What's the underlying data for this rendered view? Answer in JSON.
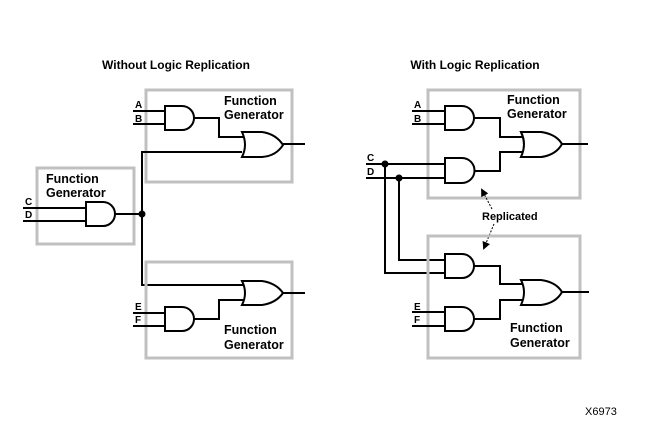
{
  "diagram": {
    "left": {
      "title": "Without Logic Replication",
      "top_block": {
        "label_line1": "Function",
        "label_line2": "Generator",
        "inputs": [
          "A",
          "B"
        ]
      },
      "left_block": {
        "label_line1": "Function",
        "label_line2": "Generator",
        "inputs": [
          "C",
          "D"
        ]
      },
      "bottom_block": {
        "label_line1": "Function",
        "label_line2": "Generator",
        "inputs": [
          "E",
          "F"
        ]
      }
    },
    "right": {
      "title": "With Logic Replication",
      "top_block": {
        "label_line1": "Function",
        "label_line2": "Generator",
        "inputs": [
          "A",
          "B"
        ]
      },
      "shared_inputs": [
        "C",
        "D"
      ],
      "bottom_block": {
        "label_line1": "Function",
        "label_line2": "Generator",
        "inputs": [
          "E",
          "F"
        ]
      },
      "annotation": "Replicated"
    },
    "figure_code": "X6973"
  }
}
